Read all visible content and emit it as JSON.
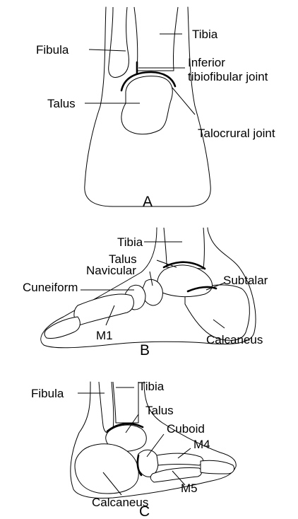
{
  "figures": [
    {
      "id": "A",
      "caption": "A",
      "labels": {
        "fibula": "Fibula",
        "tibia": "Tibia",
        "inferior_line1": "Inferior",
        "inferior_line2": "tibiofibular joint",
        "talus": "Talus",
        "talocrural": "Talocrural joint"
      }
    },
    {
      "id": "B",
      "caption": "B",
      "labels": {
        "tibia": "Tibia",
        "talus": "Talus",
        "navicular": "Navicular",
        "subtalar": "Subtalar",
        "cuneiform": "Cuneiform",
        "m1": "M1",
        "calcaneus": "Calcaneus"
      }
    },
    {
      "id": "C",
      "caption": "C",
      "labels": {
        "fibula": "Fibula",
        "tibia": "Tibia",
        "talus": "Talus",
        "cuboid": "Cuboid",
        "m4": "M4",
        "m5": "M5",
        "calcaneus": "Calcaneus"
      }
    }
  ]
}
